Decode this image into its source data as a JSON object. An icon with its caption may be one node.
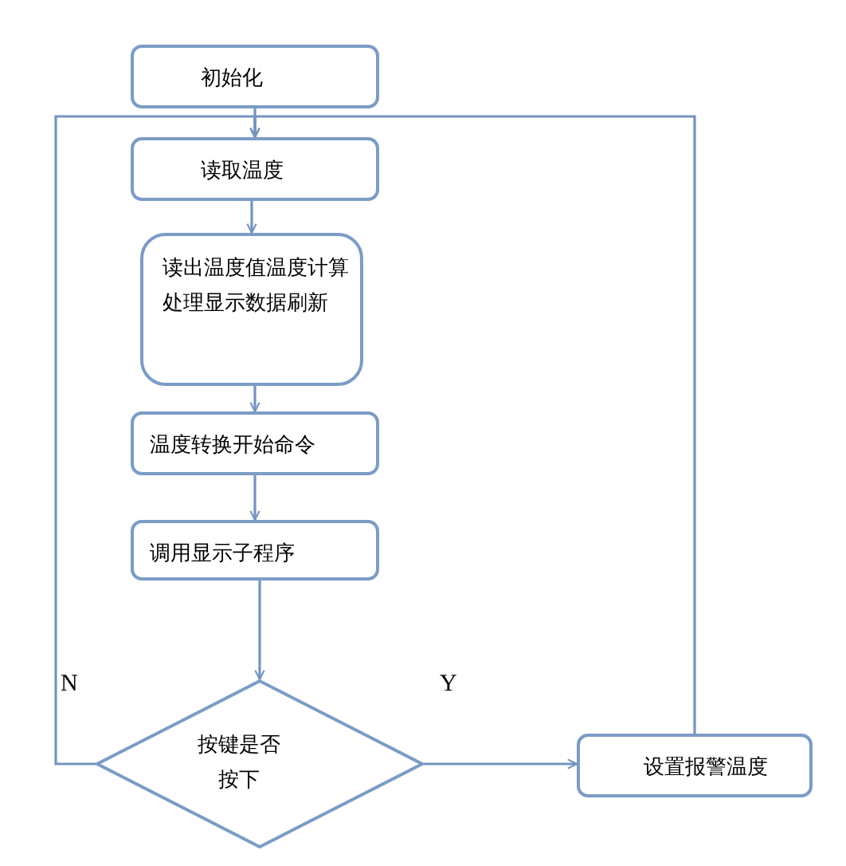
{
  "diagram": {
    "nodes": [
      {
        "text": [
          "初始化"
        ]
      },
      {
        "text": [
          "读取温度"
        ]
      },
      {
        "text": [
          "读出温度值温度计算处理显示数据刷新"
        ]
      },
      {
        "text": [
          "温度转换开始命令"
        ]
      },
      {
        "text": [
          "调用显示子程序"
        ]
      },
      {
        "text": [
          "按键是否按下"
        ]
      },
      {
        "text": [
          "设置报警温度"
        ]
      }
    ],
    "edges": [
      {
        "from": 0,
        "to": 1,
        "arrow": "to"
      },
      {
        "from": 1,
        "to": 2,
        "arrow": "to"
      },
      {
        "from": 2,
        "to": 3,
        "arrow": "to"
      },
      {
        "from": 3,
        "to": 4,
        "arrow": "to"
      },
      {
        "from": 4,
        "to": 5,
        "arrow": "to"
      },
      {
        "from": 5,
        "to": 6,
        "arrow": "to",
        "label": "Y"
      },
      {
        "from": 5,
        "to": 1,
        "arrow": "to",
        "label": "N"
      },
      {
        "from": 6,
        "to": 1,
        "arrow": "to"
      }
    ]
  }
}
